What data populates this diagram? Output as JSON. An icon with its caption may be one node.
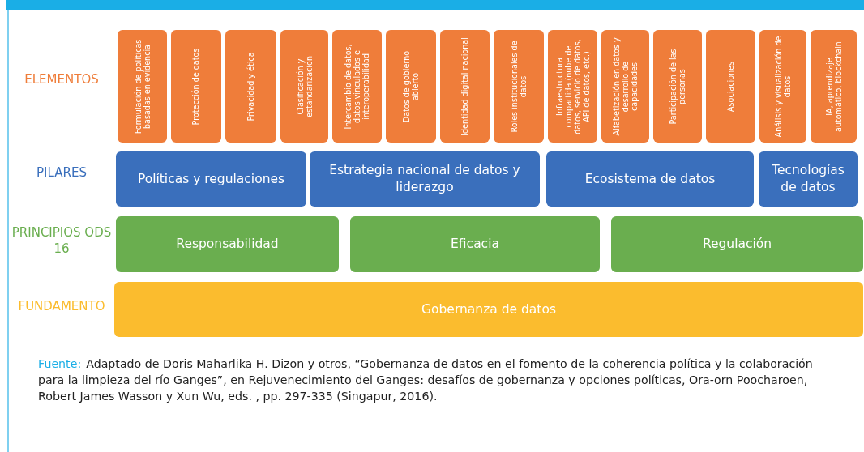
{
  "diagram": {
    "nodes": [
      {
        "text": [
          "Formulación de políticas basadas en evidencia"
        ]
      },
      {
        "text": [
          "Protección de datos"
        ]
      },
      {
        "text": [
          "Privacidad y ética"
        ]
      },
      {
        "text": [
          "Clasificación y estandarización"
        ]
      },
      {
        "text": [
          "Intercambio de datos, datos vinculados e interoperabilidad"
        ]
      },
      {
        "text": [
          "Datos de gobierno abierto"
        ]
      },
      {
        "text": [
          "Identidad digital nacional"
        ]
      },
      {
        "text": [
          "Roles institucionales de datos"
        ]
      },
      {
        "text": [
          "Infraestructura compartida (nube de datos, servicio de datos, API de datos, etc.)"
        ]
      },
      {
        "text": [
          "Alfabetización en datos y desarrollo de capacidades"
        ]
      },
      {
        "text": [
          "Participación de las personas"
        ]
      },
      {
        "text": [
          "Asociaciones"
        ]
      },
      {
        "text": [
          "Análisis y visualización de datos"
        ]
      },
      {
        "text": [
          "IA, aprendizaje automático, blockchain"
        ]
      },
      {
        "text": [
          "Políticas y regulaciones"
        ]
      },
      {
        "text": [
          "Estrategia nacional de datos y liderazgo"
        ]
      },
      {
        "text": [
          "Ecosistema de datos"
        ]
      },
      {
        "text": [
          "Tecnologías de datos"
        ]
      },
      {
        "text": [
          "Responsabilidad"
        ]
      },
      {
        "text": [
          "Eficacia"
        ]
      },
      {
        "text": [
          "Regulación"
        ]
      },
      {
        "text": [
          "Gobernanza de datos"
        ]
      }
    ],
    "edges": [],
    "labels": [
      "ELEMENTOS",
      "PILARES",
      "PRINCIPIOS ODS 16",
      "FUNDAMENTO",
      "Fuente:",
      "Adaptado de Doris Maharlika H. Dizon y otros, “Gobernanza de datos en el fomento de la coherencia política y la colaboración para la limpieza del río Ganges”, en Rejuvenecimiento del Ganges: desafíos de gobernanza y opciones políticas, Ora-orn Poocharoen, Robert James Wasson y Xun Wu, eds. , pp. 297-335 (Singapur, 2016)."
    ]
  }
}
